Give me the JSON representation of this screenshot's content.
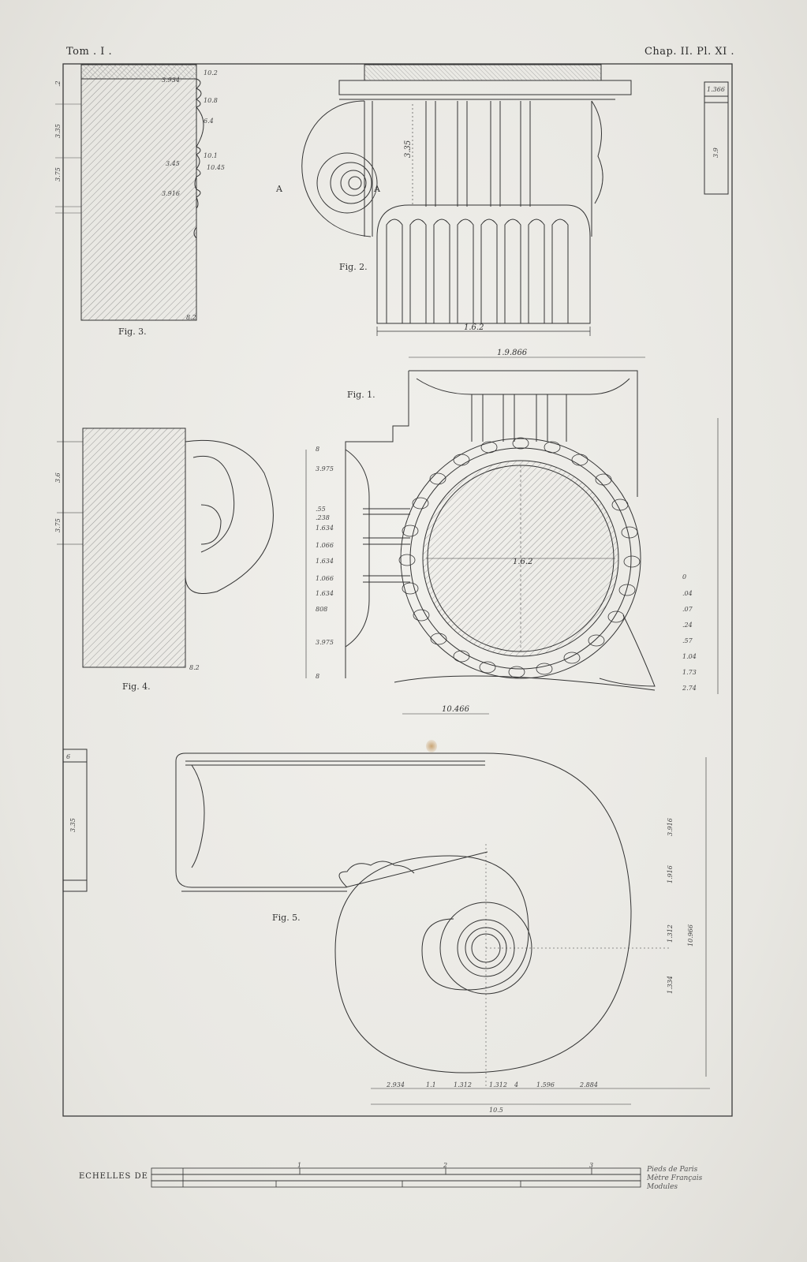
{
  "header": {
    "tome": "Tom . I .",
    "chapter": "Chap. II. Pl. XI ."
  },
  "figures": {
    "fig1": "Fig. 1.",
    "fig2": "Fig. 2.",
    "fig3": "Fig. 3.",
    "fig4": "Fig. 4.",
    "fig5": "Fig. 5."
  },
  "section_marks": {
    "a_left": "A",
    "a_right": "A"
  },
  "fig3_dims": [
    "3.934",
    "10.2",
    "10.8",
    "6.4",
    "10.1",
    "3.45",
    "10.45",
    "3.916",
    "8.2"
  ],
  "fig1_dims": {
    "top": "1.9.866",
    "bottom": "10.466",
    "diameter": "1.6.2",
    "left": [
      "8",
      "3.975",
      ".55",
      ".238",
      "1.634",
      "1.066",
      "1.634",
      "1.066",
      "1.634",
      "808",
      "3.975",
      "8"
    ],
    "right": [
      "0",
      ".04",
      ".07",
      ".24",
      ".57",
      "1.04",
      "1.73",
      "2.74"
    ]
  },
  "fig5_dims": {
    "bottom": [
      "2.934",
      "1.1",
      "1.312",
      "1.312",
      "4",
      "1.596",
      "2.884"
    ],
    "total": "10.5",
    "right": [
      "3.916",
      "1.916",
      "1.334",
      "1.312",
      "10.966"
    ]
  },
  "scale": {
    "label": "ECHELLES DE",
    "units": [
      "Pieds de Paris",
      "Mètre Français",
      "Modules"
    ],
    "ticks": [
      "1",
      "2",
      "3"
    ]
  }
}
